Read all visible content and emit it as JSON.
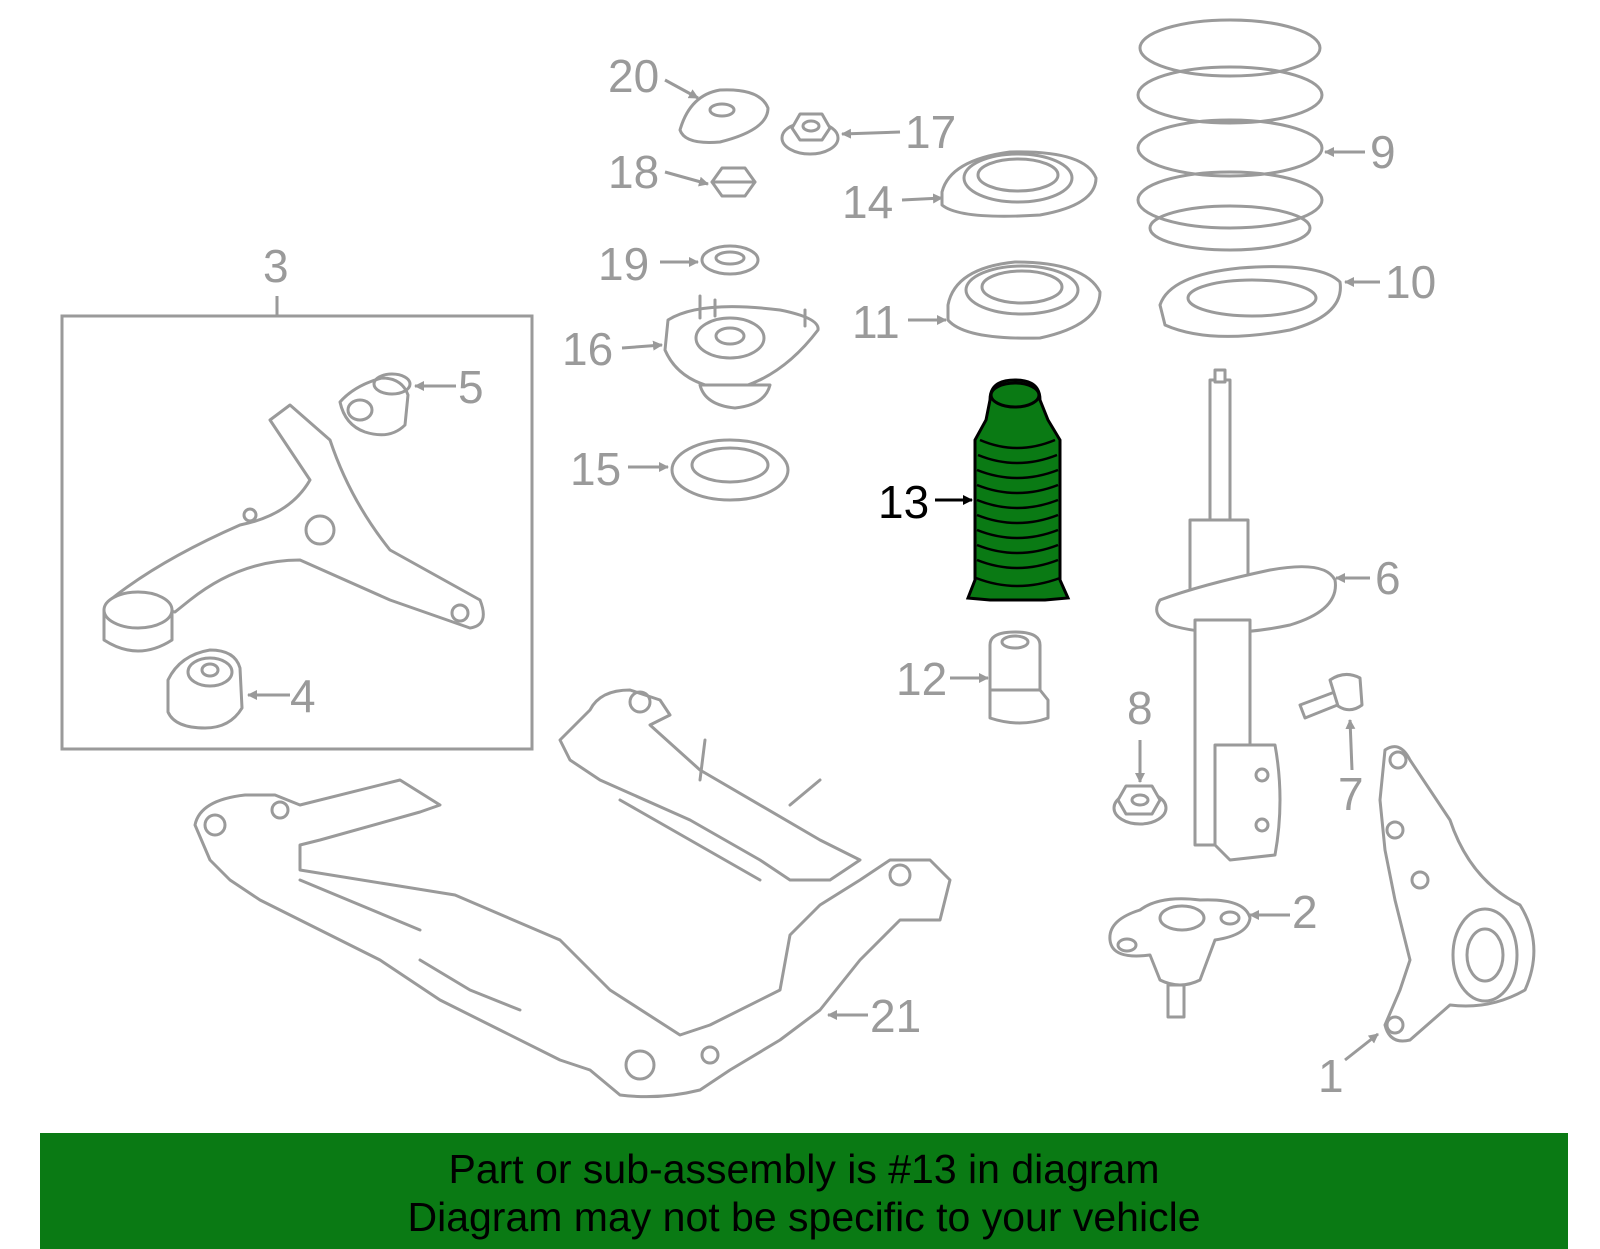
{
  "colors": {
    "outline": "#9a9a9a",
    "highlight_part": "#0a7a14",
    "highlight_label": "#000000",
    "footer_bg": "#0a7a14"
  },
  "callouts": {
    "c1": "1",
    "c2": "2",
    "c3": "3",
    "c4": "4",
    "c5": "5",
    "c6": "6",
    "c7": "7",
    "c8": "8",
    "c9": "9",
    "c10": "10",
    "c11": "11",
    "c12": "12",
    "c13": "13",
    "c14": "14",
    "c15": "15",
    "c16": "16",
    "c17": "17",
    "c18": "18",
    "c19": "19",
    "c20": "20",
    "c21": "21"
  },
  "highlighted_callout": "13",
  "footer": {
    "line1": "Part or sub-assembly is #13 in diagram",
    "line2": "Diagram may not be specific to your vehicle"
  }
}
